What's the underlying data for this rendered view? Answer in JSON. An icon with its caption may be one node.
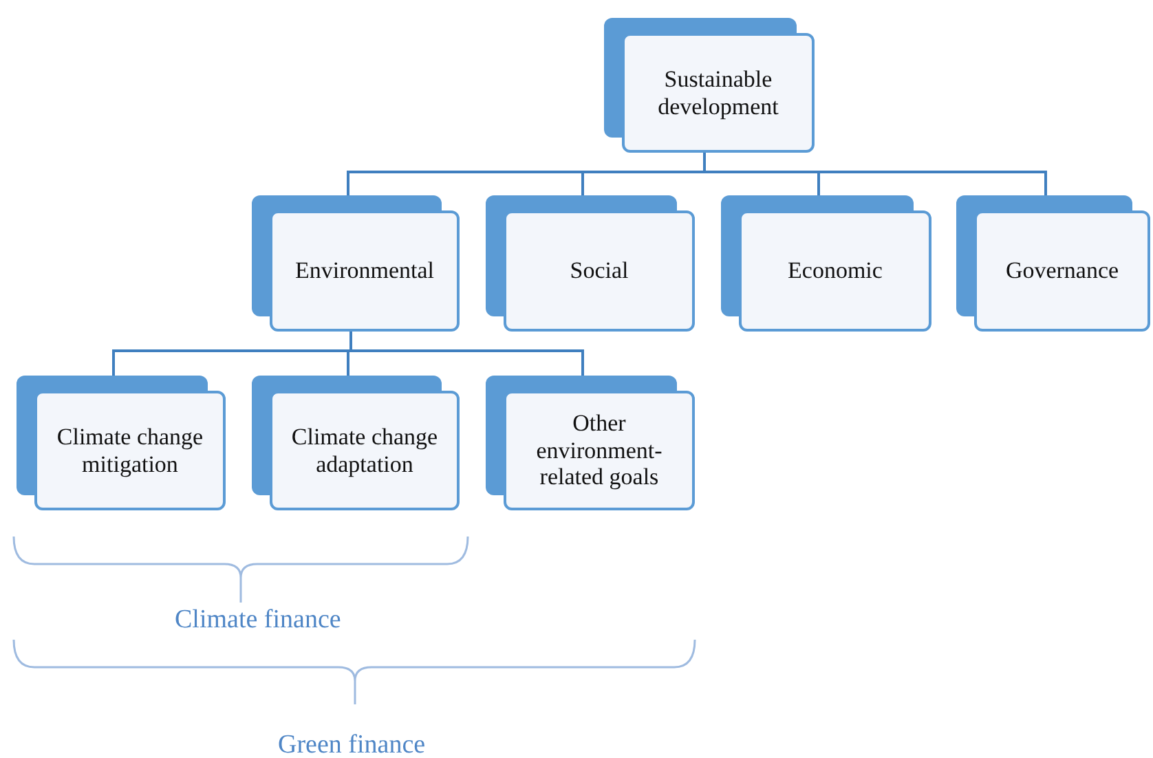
{
  "diagram": {
    "nodes": [
      {
        "text": [
          "Sustainable development"
        ]
      },
      {
        "text": [
          "Environmental"
        ]
      },
      {
        "text": [
          "Social"
        ]
      },
      {
        "text": [
          "Economic"
        ]
      },
      {
        "text": [
          "Governance"
        ]
      },
      {
        "text": [
          "Climate change mitigation"
        ]
      },
      {
        "text": [
          "Climate change adaptation"
        ]
      },
      {
        "text": [
          "Other environment-related goals"
        ]
      }
    ],
    "edges": [
      {
        "from": 0,
        "to": 1,
        "arrow": "none"
      },
      {
        "from": 0,
        "to": 2,
        "arrow": "none"
      },
      {
        "from": 0,
        "to": 3,
        "arrow": "none"
      },
      {
        "from": 0,
        "to": 4,
        "arrow": "none"
      },
      {
        "from": 1,
        "to": 5,
        "arrow": "none"
      },
      {
        "from": 1,
        "to": 6,
        "arrow": "none"
      },
      {
        "from": 1,
        "to": 7,
        "arrow": "none"
      }
    ],
    "labels": [
      "Climate finance",
      "Green finance"
    ]
  }
}
